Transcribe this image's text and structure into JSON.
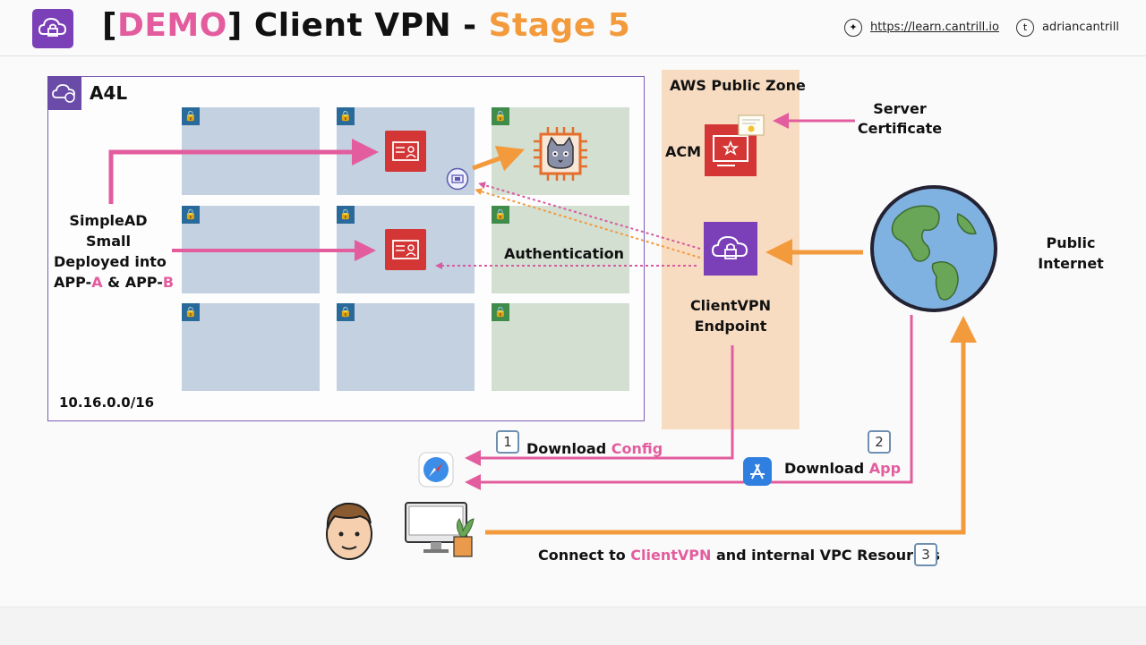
{
  "header": {
    "title_open": "[",
    "title_demo": "DEMO",
    "title_mid": "] Client VPN - ",
    "title_stage": "Stage 5",
    "site_url": "https://learn.cantrill.io",
    "twitter": "adriancantrill"
  },
  "vpc": {
    "name": "A4L",
    "cidr": "10.16.0.0/16"
  },
  "zone": {
    "title": "AWS Public Zone",
    "acm": "ACM",
    "endpoint_line1": "ClientVPN",
    "endpoint_line2": "Endpoint"
  },
  "simplead": {
    "l1": "SimpleAD",
    "l2": "Small",
    "l3": "Deployed into",
    "l4_a": "APP-",
    "l4_b": "A",
    "l4_c": " & APP-",
    "l4_d": "B"
  },
  "auth_label": "Authentication",
  "server_cert": {
    "l1": "Server",
    "l2": "Certificate"
  },
  "public_internet": {
    "l1": "Public",
    "l2": "Internet"
  },
  "steps": {
    "s1_num": "1",
    "s1_a": "Download ",
    "s1_b": "Config",
    "s2_num": "2",
    "s2_a": "Download ",
    "s2_b": "App",
    "s3_num": "3",
    "s3_a": "Connect to ",
    "s3_b": "ClientVPN",
    "s3_c": " and internal VPC Resources"
  },
  "colors": {
    "pink": "#e35d9e",
    "orange": "#f39a3c",
    "purple": "#7b3fb8",
    "red": "#d43535"
  },
  "icons": [
    "cloud-lock-icon",
    "compass-icon",
    "twitter-icon",
    "cat-chip-icon",
    "eni-icon",
    "globe-icon",
    "app-store-icon",
    "safari-icon",
    "user-avatar-icon",
    "monitor-plant-icon",
    "certificate-icon",
    "directory-icon"
  ]
}
